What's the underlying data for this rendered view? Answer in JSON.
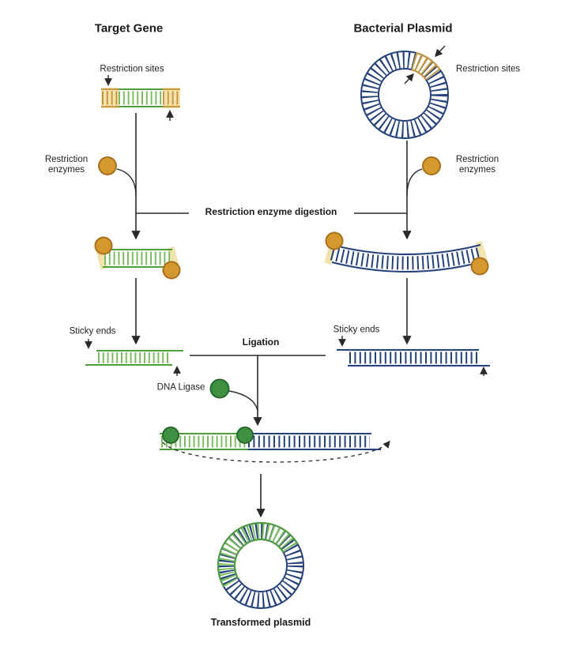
{
  "diagram": {
    "left_column": {
      "title": "Target Gene",
      "restriction_sites_label": "Restriction sites",
      "restriction_enzymes_label": "Restriction enzymes",
      "sticky_ends_label": "Sticky ends"
    },
    "right_column": {
      "title": "Bacterial Plasmid",
      "restriction_sites_label": "Restriction sites",
      "restriction_enzymes_label": "Restriction enzymes",
      "sticky_ends_label": "Sticky ends"
    },
    "steps": {
      "digestion_label": "Restriction enzyme digestion",
      "ligation_label": "Ligation",
      "dna_ligase_label": "DNA Ligase",
      "result_label": "Transformed plasmid"
    },
    "colors": {
      "gene_green": "#4e9e3c",
      "gene_green_light": "#7cbd62",
      "plasmid_blue": "#24417b",
      "restriction_site_tan": "#c9993f",
      "restriction_site_bg": "#f2e2ae",
      "enzyme_orange": "#d5982f",
      "enzyme_orange_border": "#a86f1c",
      "ligase_green": "#3e9142",
      "ligase_green_border": "#27692c",
      "line": "#2a2a2a",
      "background": "#ffffff"
    }
  }
}
